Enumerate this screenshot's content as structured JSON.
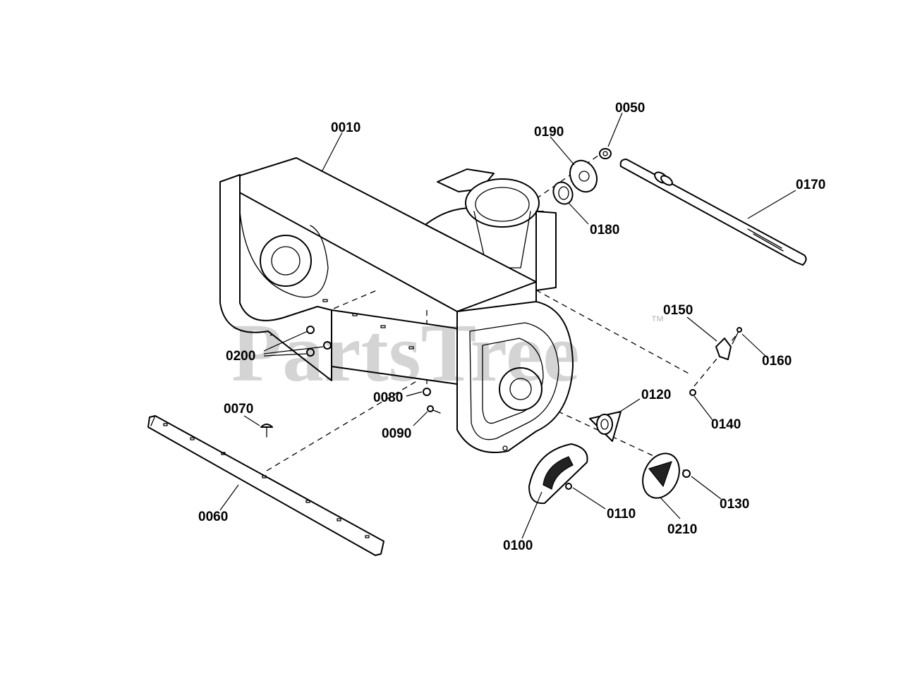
{
  "watermark": {
    "text": "PartsTree",
    "trademark": "™"
  },
  "callouts": [
    "0010",
    "0050",
    "0060",
    "0070",
    "0080",
    "0090",
    "0100",
    "0110",
    "0120",
    "0130",
    "0140",
    "0150",
    "0160",
    "0170",
    "0180",
    "0190",
    "0200",
    "0210"
  ]
}
